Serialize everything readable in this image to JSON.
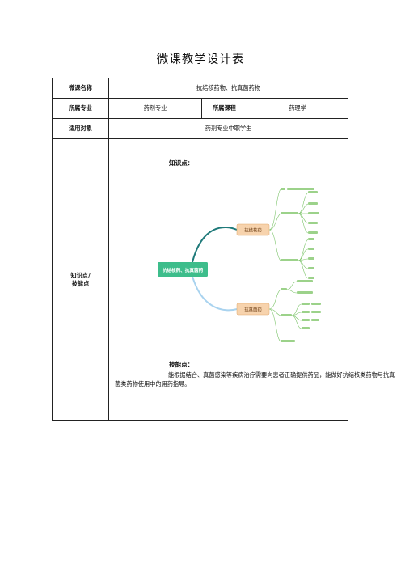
{
  "document": {
    "title": "微课教学设计表"
  },
  "table": {
    "row1": {
      "label": "微课名称",
      "value": "抗结核药物、抗真菌药物"
    },
    "row2": {
      "label_major": "所属专业",
      "major": "药剂专业",
      "label_course": "所属课程",
      "course": "药理学"
    },
    "row3": {
      "label": "适用对象",
      "value": "药剂专业中职学生"
    },
    "row4": {
      "label_line1": "知识点/",
      "label_line2": "技能点",
      "knowledge_heading": "知识点：",
      "skill_heading": "技能点：",
      "skill_text": "能根据结合、真菌感染等疾病治疗需要向患者正确提供药品，能做好抗结核类药物与抗真菌类药物使用中的用药指导。"
    }
  },
  "mindmap": {
    "root": "抗结核药、抗真菌药",
    "branch_top": "抗结核药",
    "branch_bottom": "抗真菌药",
    "colors": {
      "root": "#3dbd8b",
      "branch": "#f7d3ad",
      "link_top": "#1f7a7a",
      "link_bottom": "#a9d3ef",
      "leaf": "#b6dfa8"
    }
  }
}
